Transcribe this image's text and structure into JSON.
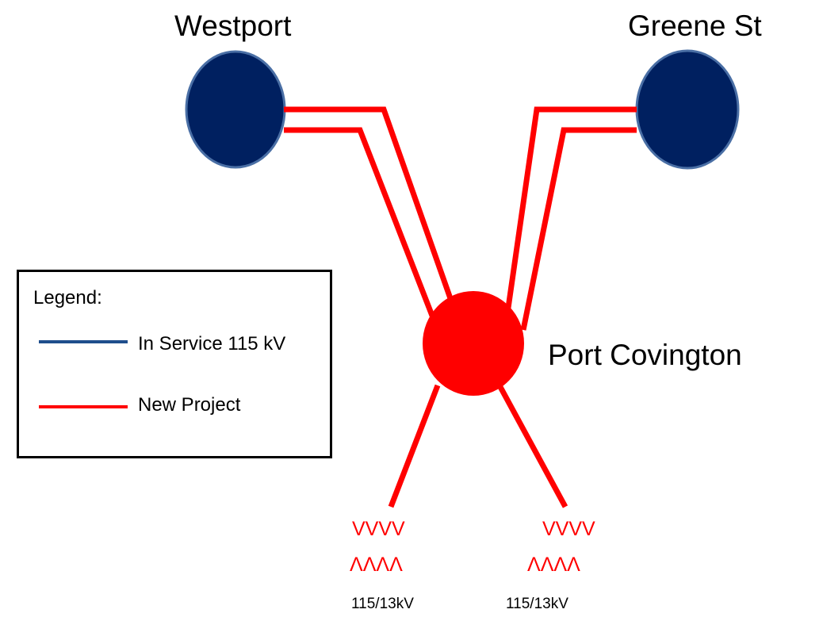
{
  "stations": {
    "westport": "Westport",
    "greene": "Greene St",
    "port_covington": "Port Covington"
  },
  "legend": {
    "title": "Legend:",
    "items": [
      {
        "label": "In Service 115 kV",
        "color": "#1f4e8c"
      },
      {
        "label": "New Project",
        "color": "#ff0000"
      }
    ]
  },
  "transformers": [
    {
      "top_symbol": "VVVV",
      "bottom_symbol": "ΛΛΛΛ",
      "label": "115/13kV"
    },
    {
      "top_symbol": "VVVV",
      "bottom_symbol": "ΛΛΛΛ",
      "label": "115/13kV"
    }
  ],
  "colors": {
    "station_fill": "#002060",
    "station_border": "#4a6fa5",
    "new_project": "#ff0000"
  }
}
